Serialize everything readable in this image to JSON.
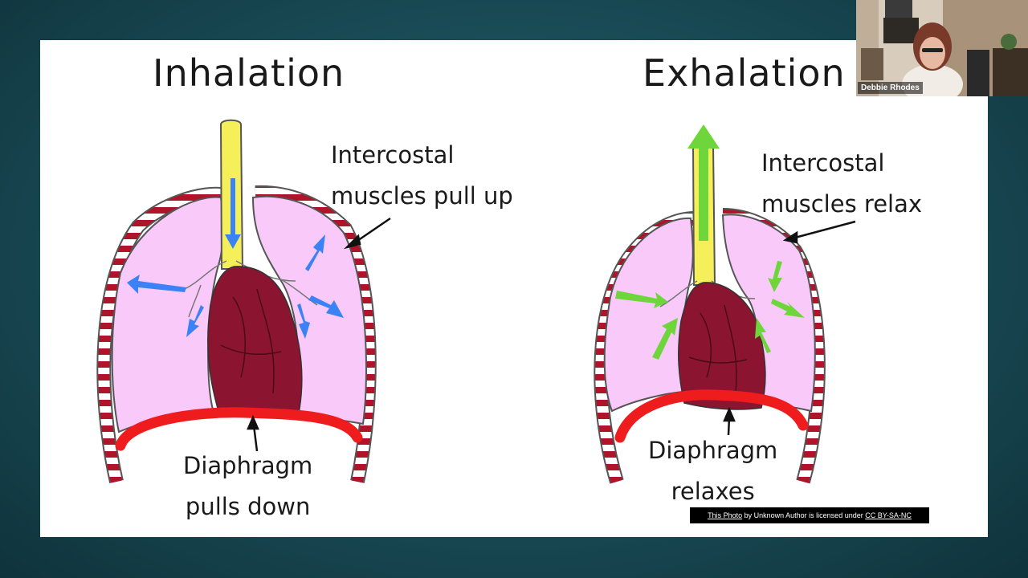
{
  "slide": {
    "inhalation": {
      "title": "Inhalation",
      "intercostal_line1": "Intercostal",
      "intercostal_line2": "muscles pull up",
      "diaphragm_line1": "Diaphragm",
      "diaphragm_line2": "pulls down"
    },
    "exhalation": {
      "title": "Exhalation",
      "intercostal_line1": "Intercostal",
      "intercostal_line2": "muscles relax",
      "diaphragm_line1": "Diaphragm",
      "diaphragm_line2": "relaxes"
    },
    "attribution": {
      "photo_link": "This Photo",
      "middle": " by Unknown Author is licensed under ",
      "license_link": "CC BY-SA-NC"
    }
  },
  "participant": {
    "name": "Debbie Rhodes"
  },
  "colors": {
    "lung": "#f9c9f9",
    "heart": "#8b1530",
    "trachea": "#f5f05a",
    "diaphragm": "#ee1c1c",
    "inhale_arrow": "#3b82f6",
    "exhale_arrow": "#6ed63b",
    "background": "#1d5560"
  },
  "icons": {
    "inhale_arrows": "blue-arrow-icon",
    "exhale_arrows": "green-arrow-icon"
  }
}
